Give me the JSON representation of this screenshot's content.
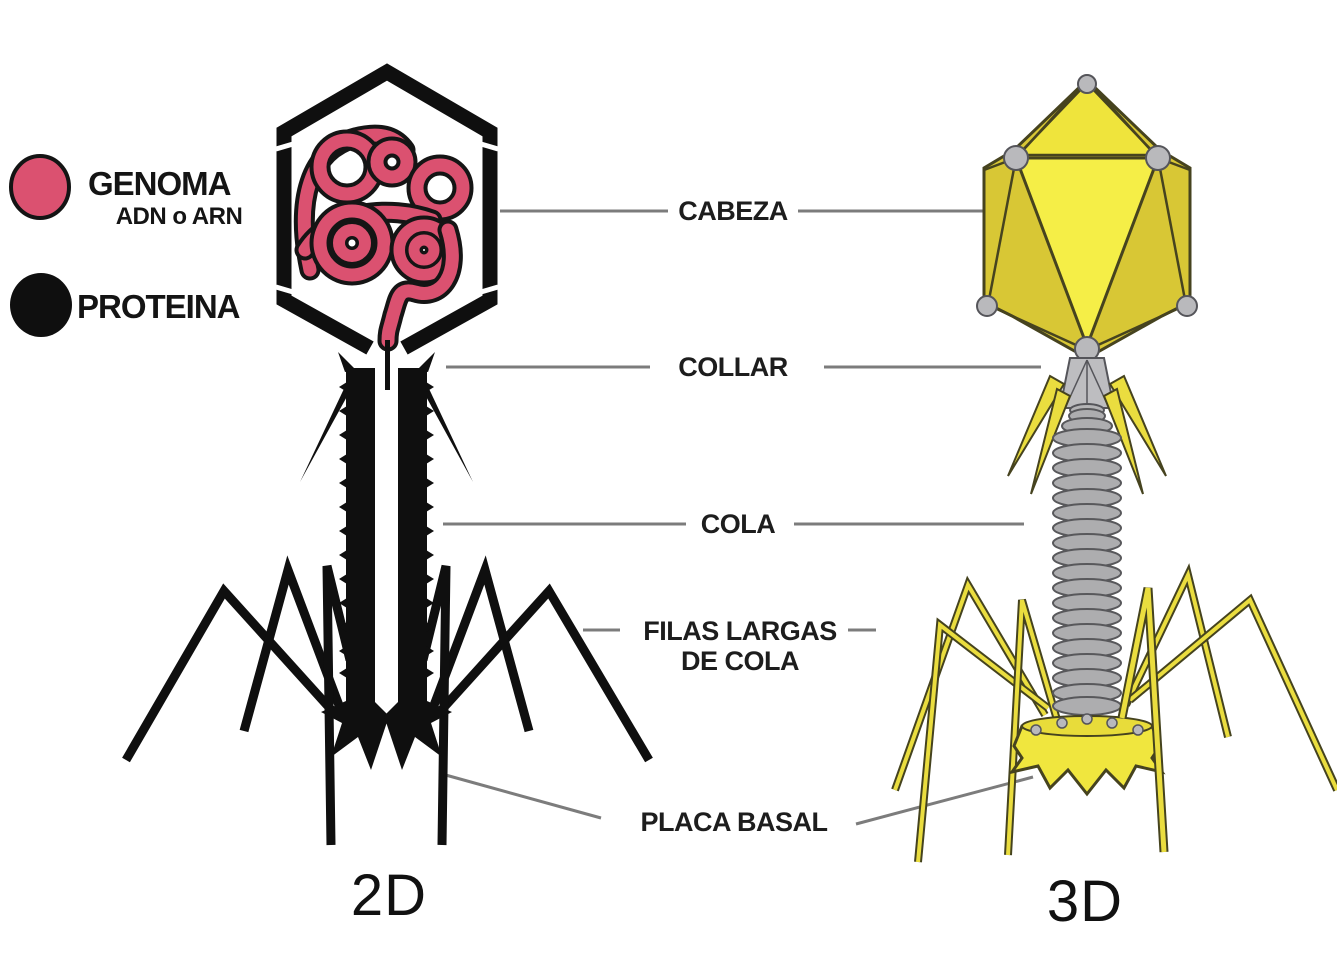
{
  "legend": {
    "items": [
      {
        "id": "genoma",
        "label": "GENOMA",
        "sublabel": "ADN o ARN",
        "swatch_color": "#DB5170"
      },
      {
        "id": "proteina",
        "label": "PROTEINA",
        "sublabel": "",
        "swatch_color": "#0F0F0F"
      }
    ]
  },
  "callouts": {
    "cabeza": "CABEZA",
    "collar": "COLLAR",
    "cola": "COLA",
    "filas_largas_line1": "FILAS LARGAS",
    "filas_largas_line2": "DE COLA",
    "placa_basal": "PLACA BASAL"
  },
  "view_labels": {
    "left": "2D",
    "right": "3D"
  },
  "colors": {
    "background": "#FFFFFF",
    "ink_black": "#0F0F0F",
    "genome_pink": "#DB5170",
    "capsid_yellow_bright": "#F5EE47",
    "capsid_yellow_mid": "#EFE43C",
    "capsid_yellow_dark": "#D8C735",
    "leg_yellow": "#EADD3F",
    "structure_gray": "#ADADAF",
    "callout_line_gray": "#7C7C7C"
  }
}
